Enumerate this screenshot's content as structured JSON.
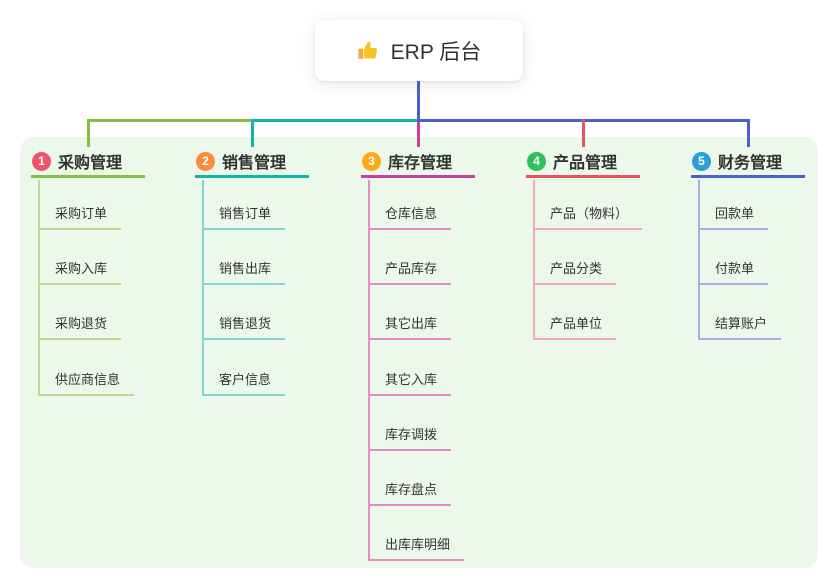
{
  "root": {
    "icon": "thumbs-up-icon",
    "label": "ERP 后台"
  },
  "colors": {
    "page_bg": "#ffffff",
    "canvas_bg": "#ecf8e9",
    "root_line": "#4b5fd0",
    "text": "#333333",
    "icon_yellow": "#f5b91e"
  },
  "branches": [
    {
      "badge": "1",
      "label": "采购管理",
      "badge_color": "#f4526b",
      "line_color": "#86bd45",
      "child_line_color": "#b9db92",
      "children": [
        "采购订单",
        "采购入库",
        "采购退货",
        "供应商信息"
      ]
    },
    {
      "badge": "2",
      "label": "销售管理",
      "badge_color": "#fb8c3f",
      "line_color": "#16b3a8",
      "child_line_color": "#82d6cc",
      "children": [
        "销售订单",
        "销售出库",
        "销售退货",
        "客户信息"
      ]
    },
    {
      "badge": "3",
      "label": "库存管理",
      "badge_color": "#fbaa19",
      "line_color": "#cc3f9e",
      "child_line_color": "#e78cc3",
      "children": [
        "仓库信息",
        "产品库存",
        "其它出库",
        "其它入库",
        "库存调拨",
        "库存盘点",
        "出库库明细"
      ]
    },
    {
      "badge": "4",
      "label": "产品管理",
      "badge_color": "#2fc25b",
      "line_color": "#ef4f63",
      "child_line_color": "#f8a8b0",
      "children": [
        "产品（物料）",
        "产品分类",
        "产品单位"
      ]
    },
    {
      "badge": "5",
      "label": "财务管理",
      "badge_color": "#2b9fd9",
      "line_color": "#4b5fd0",
      "child_line_color": "#a3b2e5",
      "children": [
        "回款单",
        "付款单",
        "结算账户"
      ]
    }
  ]
}
